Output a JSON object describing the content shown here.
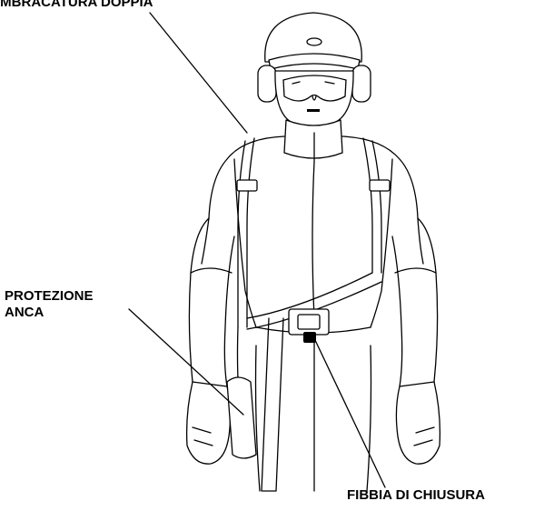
{
  "labels": {
    "harness": "IMBRACATURA DOPPIA",
    "hip_line1": "PROTEZIONE",
    "hip_line2": "ANCA",
    "buckle": "FIBBIA DI CHIUSURA"
  },
  "colors": {
    "ink": "#000000",
    "paper": "#ffffff"
  }
}
